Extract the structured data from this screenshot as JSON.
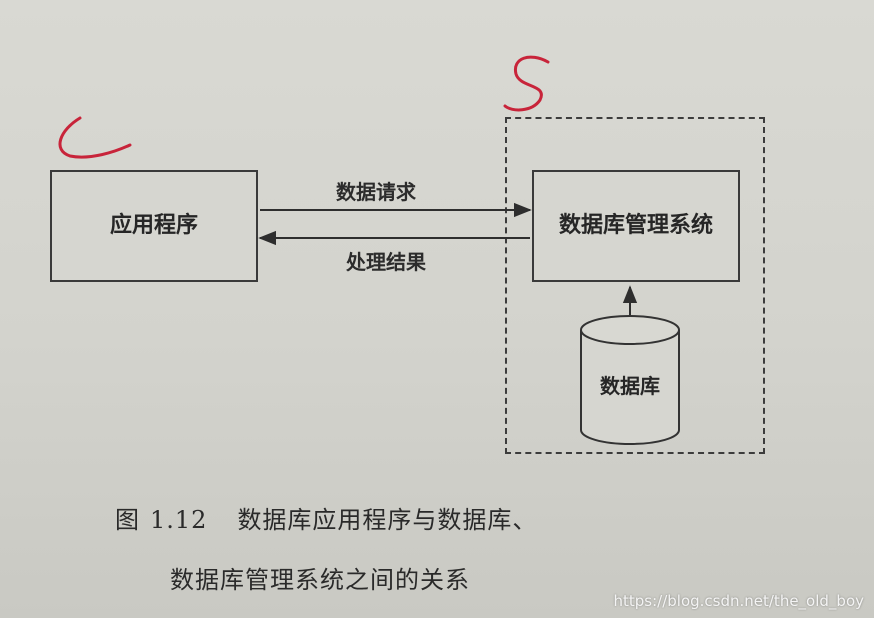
{
  "diagram": {
    "app_box_label": "应用程序",
    "dbms_box_label": "数据库管理系统",
    "database_label": "数据库",
    "request_label": "数据请求",
    "response_label": "处理结果",
    "annotation_left": "C",
    "annotation_right": "S"
  },
  "caption": {
    "figure_prefix": "图",
    "figure_number": "1.12",
    "line1": "数据库应用程序与数据库、",
    "line2": "数据库管理系统之间的关系"
  },
  "watermark": "https://blog.csdn.net/the_old_boy",
  "colors": {
    "ink": "#2a2a2a",
    "paper": "#d6d6d0",
    "annotation_red": "#c8243a"
  }
}
